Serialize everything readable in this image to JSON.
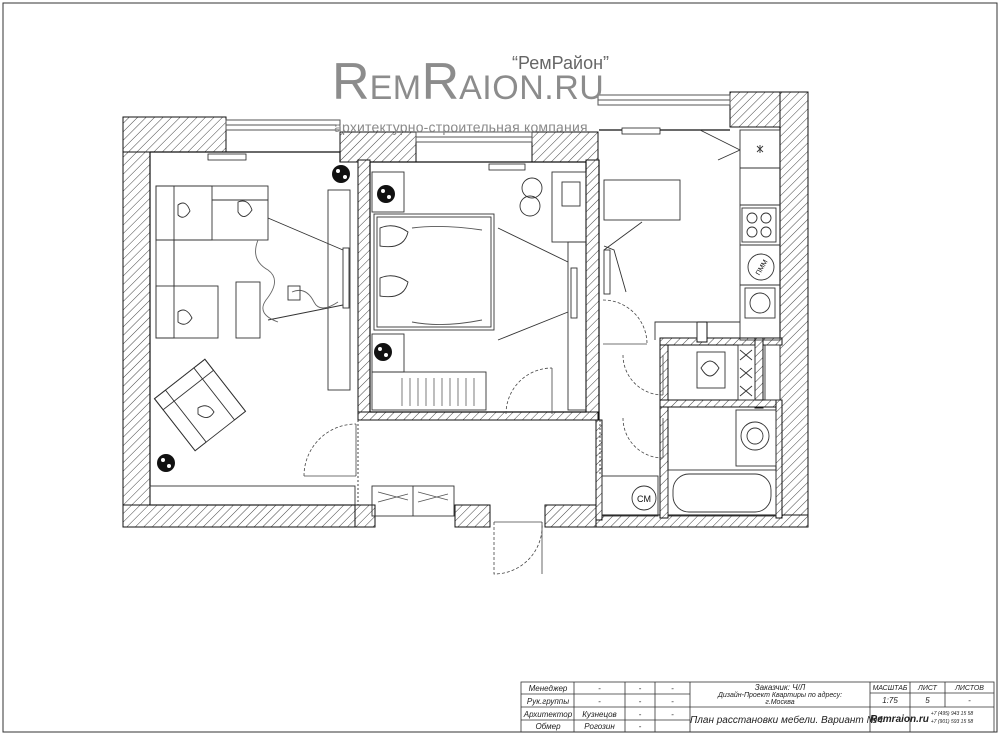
{
  "logo": {
    "name_big_1": "R",
    "name_small_1": "EM",
    "name_big_2": "R",
    "name_small_2": "AION.RU",
    "quote": "“РемРайон”",
    "tagline": "архитектурно-строительная компания"
  },
  "fixtures": {
    "washing_machine": "СМ",
    "dishwasher": "ПММ"
  },
  "title_block": {
    "rows": [
      {
        "role": "Менеджер",
        "name": "-",
        "sign": "-",
        "date": "-"
      },
      {
        "role": "Рук.группы",
        "name": "-",
        "sign": "-",
        "date": "-"
      },
      {
        "role": "Архитектор",
        "name": "Кузнецов",
        "sign": "-",
        "date": "-"
      },
      {
        "role": "Обмер",
        "name": "Рогозин",
        "sign": "-",
        "date": ""
      }
    ],
    "customer": "Заказчик: Ч/Л",
    "project": "Дизайн-Проект Квартиры по адресу:",
    "city": "г.Москва",
    "sheet_title": "План расстановки мебели. Вариант №4",
    "scale_label": "МАСШТАБ",
    "scale_value": "1:75",
    "sheet_label": "ЛИСТ",
    "sheet_value": "5",
    "sheets_label": "ЛИСТОВ",
    "sheets_value": "-",
    "website": "Remraion.ru",
    "phone_1": "+7 (495) 943 15 58",
    "phone_2": "+7 (901) 593 15 58"
  }
}
